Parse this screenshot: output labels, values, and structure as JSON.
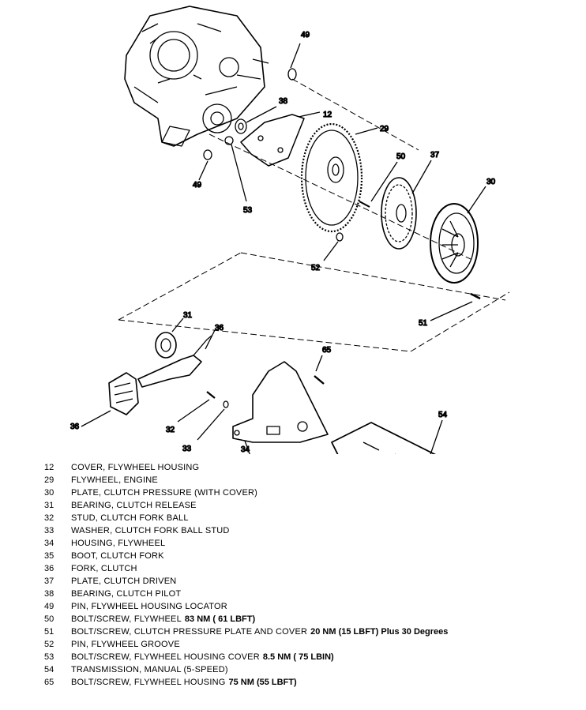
{
  "callouts": {
    "c49a": "49",
    "c49b": "49",
    "c38": "38",
    "c12": "12",
    "c29": "29",
    "c50": "50",
    "c37": "37",
    "c30": "30",
    "c53": "53",
    "c52": "52",
    "c51": "51",
    "c31": "31",
    "c36a": "36",
    "c36b": "36",
    "c65": "65",
    "c32": "32",
    "c33": "33",
    "c34": "34",
    "c54": "54"
  },
  "legend": [
    {
      "num": "12",
      "desc": "COVER, FLYWHEEL HOUSING",
      "spec": ""
    },
    {
      "num": "29",
      "desc": "FLYWHEEL, ENGINE",
      "spec": ""
    },
    {
      "num": "30",
      "desc": "PLATE, CLUTCH PRESSURE (WITH COVER)",
      "spec": ""
    },
    {
      "num": "31",
      "desc": "BEARING, CLUTCH RELEASE",
      "spec": ""
    },
    {
      "num": "32",
      "desc": "STUD, CLUTCH FORK BALL",
      "spec": ""
    },
    {
      "num": "33",
      "desc": "WASHER, CLUTCH FORK BALL STUD",
      "spec": ""
    },
    {
      "num": "34",
      "desc": "HOUSING, FLYWHEEL",
      "spec": ""
    },
    {
      "num": "35",
      "desc": "BOOT, CLUTCH FORK",
      "spec": ""
    },
    {
      "num": "36",
      "desc": "FORK, CLUTCH",
      "spec": ""
    },
    {
      "num": "37",
      "desc": "PLATE, CLUTCH DRIVEN",
      "spec": ""
    },
    {
      "num": "38",
      "desc": "BEARING, CLUTCH PILOT",
      "spec": ""
    },
    {
      "num": "49",
      "desc": "PIN, FLYWHEEL HOUSING LOCATOR",
      "spec": ""
    },
    {
      "num": "50",
      "desc": "BOLT/SCREW, FLYWHEEL",
      "spec": "83 NM ( 61 LBFT)"
    },
    {
      "num": "51",
      "desc": "BOLT/SCREW, CLUTCH PRESSURE PLATE AND COVER",
      "spec": "20 NM  (15 LBFT) Plus 30 Degrees"
    },
    {
      "num": "52",
      "desc": "PIN, FLYWHEEL GROOVE",
      "spec": ""
    },
    {
      "num": "53",
      "desc": "BOLT/SCREW, FLYWHEEL HOUSING COVER",
      "spec": "8.5 NM ( 75 LBIN)"
    },
    {
      "num": "54",
      "desc": "TRANSMISSION, MANUAL (5-SPEED)",
      "spec": ""
    },
    {
      "num": "65",
      "desc": "BOLT/SCREW, FLYWHEEL HOUSING",
      "spec": "75 NM (55 LBFT)"
    }
  ]
}
